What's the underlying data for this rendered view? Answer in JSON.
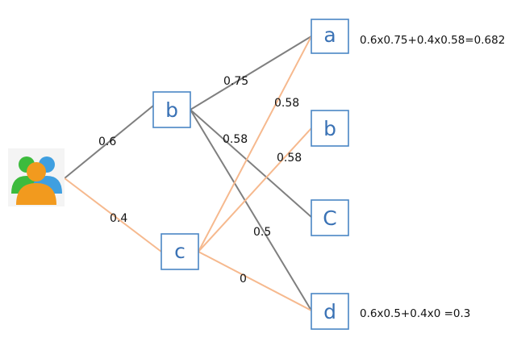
{
  "colors": {
    "gray_edge": "#7f7f7f",
    "orange_edge": "#f6b98e",
    "node_border": "#4a86c5",
    "node_text": "#3a72b5",
    "user_green": "#3dbb3d",
    "user_blue": "#3f9fe0",
    "user_orange": "#f29a1e"
  },
  "icons": {
    "users": "users-group-icon"
  },
  "nodes": {
    "b_mid": "b",
    "c_mid": "c",
    "a": "a",
    "b_right": "b",
    "c_right": "C",
    "d": "d"
  },
  "edges": {
    "user_b": "0.6",
    "user_c": "0.4",
    "b_a": "0.75",
    "b_c": "0.58",
    "b_d": "0.5",
    "c_a": "0.58",
    "c_b": "0.58",
    "c_d": "0"
  },
  "formulas": {
    "a": "0.6x0.75+0.4x0.58=0.682",
    "d": "0.6x0.5+0.4x0 =0.3"
  }
}
